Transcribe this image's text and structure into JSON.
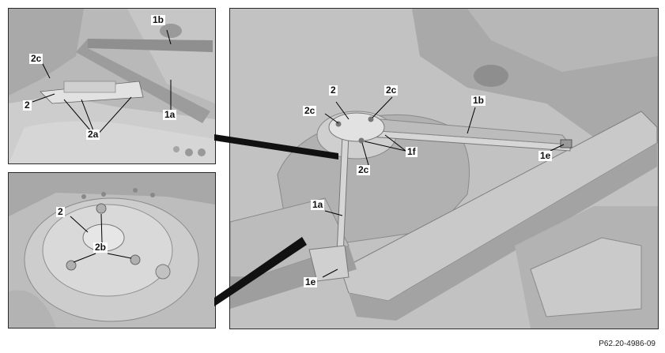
{
  "callouts": {
    "tl_1b": "1b",
    "tl_2c": "2c",
    "tl_2": "2",
    "tl_1a": "1a",
    "tl_2a": "2a",
    "bl_2": "2",
    "bl_2b": "2b",
    "m_2": "2",
    "m_2c_top": "2c",
    "m_2c_left": "2c",
    "m_1b": "1b",
    "m_1f": "1f",
    "m_2c_mid": "2c",
    "m_1e_right": "1e",
    "m_1a": "1a",
    "m_1e_bottom": "1e"
  },
  "reference_code": "P62.20-4986-09"
}
